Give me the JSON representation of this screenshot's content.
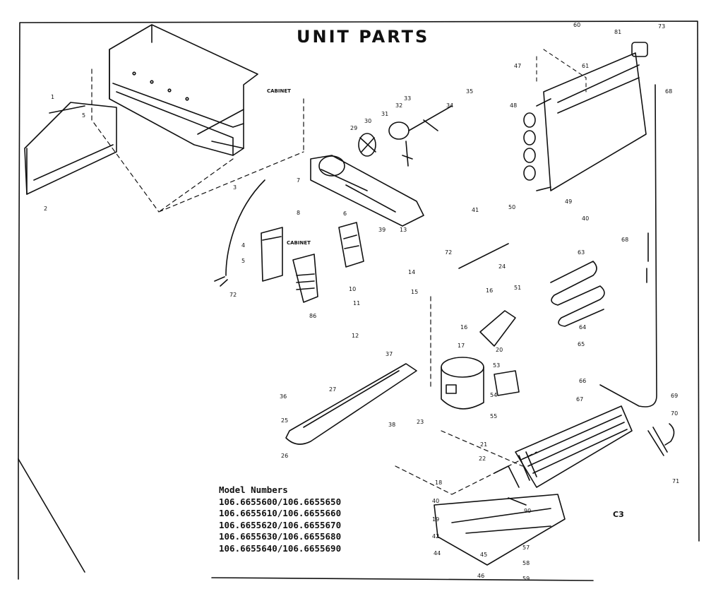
{
  "title": "UNIT PARTS",
  "cabinet_labels": [
    "CABINET",
    "CABINET"
  ],
  "model_heading": "Model Numbers",
  "model_numbers": [
    "106.6655600/106.6655650",
    "106.6655610/106.6655660",
    "106.6655620/106.6655670",
    "106.6655630/106.6655680",
    "106.6655640/106.6655690"
  ],
  "figure_code": "C3",
  "callouts": [
    {
      "id": "c01",
      "text": "1"
    },
    {
      "id": "c02",
      "text": "2"
    },
    {
      "id": "c03",
      "text": "3"
    },
    {
      "id": "c04",
      "text": "4"
    },
    {
      "id": "c05",
      "text": "5"
    },
    {
      "id": "c06",
      "text": "6"
    },
    {
      "id": "c07",
      "text": "7"
    },
    {
      "id": "c08",
      "text": "8"
    },
    {
      "id": "c09",
      "text": "5"
    },
    {
      "id": "c10",
      "text": "72"
    },
    {
      "id": "c11",
      "text": "86"
    },
    {
      "id": "c12",
      "text": "10"
    },
    {
      "id": "c13",
      "text": "11"
    },
    {
      "id": "c14",
      "text": "12"
    },
    {
      "id": "c15",
      "text": "13"
    },
    {
      "id": "c16",
      "text": "14"
    },
    {
      "id": "c17",
      "text": "15"
    },
    {
      "id": "c18",
      "text": "39"
    },
    {
      "id": "c19",
      "text": "72"
    },
    {
      "id": "c20",
      "text": "29"
    },
    {
      "id": "c21",
      "text": "30"
    },
    {
      "id": "c22",
      "text": "31"
    },
    {
      "id": "c23",
      "text": "32"
    },
    {
      "id": "c24",
      "text": "33"
    },
    {
      "id": "c25",
      "text": "34"
    },
    {
      "id": "c26",
      "text": "35"
    },
    {
      "id": "c27",
      "text": "41"
    },
    {
      "id": "c28",
      "text": "24"
    },
    {
      "id": "c29",
      "text": "16"
    },
    {
      "id": "c30",
      "text": "51"
    },
    {
      "id": "c31",
      "text": "16"
    },
    {
      "id": "c32",
      "text": "17"
    },
    {
      "id": "c33",
      "text": "20"
    },
    {
      "id": "c34",
      "text": "53"
    },
    {
      "id": "c35",
      "text": "54"
    },
    {
      "id": "c36",
      "text": "55"
    },
    {
      "id": "c37",
      "text": "23"
    },
    {
      "id": "c38",
      "text": "21"
    },
    {
      "id": "c39",
      "text": "22"
    },
    {
      "id": "c40",
      "text": "37"
    },
    {
      "id": "c41",
      "text": "27"
    },
    {
      "id": "c42",
      "text": "36"
    },
    {
      "id": "c43",
      "text": "25"
    },
    {
      "id": "c44",
      "text": "26"
    },
    {
      "id": "c45",
      "text": "38"
    },
    {
      "id": "c46",
      "text": "18"
    },
    {
      "id": "c47",
      "text": "40"
    },
    {
      "id": "c48",
      "text": "19"
    },
    {
      "id": "c49",
      "text": "42"
    },
    {
      "id": "c50",
      "text": "44"
    },
    {
      "id": "c51",
      "text": "45"
    },
    {
      "id": "c52",
      "text": "46"
    },
    {
      "id": "c53",
      "text": "90"
    },
    {
      "id": "c54",
      "text": "57"
    },
    {
      "id": "c55",
      "text": "58"
    },
    {
      "id": "c56",
      "text": "59"
    },
    {
      "id": "c57",
      "text": "63"
    },
    {
      "id": "c58",
      "text": "64"
    },
    {
      "id": "c59",
      "text": "65"
    },
    {
      "id": "c60",
      "text": "66"
    },
    {
      "id": "c61",
      "text": "67"
    },
    {
      "id": "c62",
      "text": "68"
    },
    {
      "id": "c63",
      "text": "69"
    },
    {
      "id": "c64",
      "text": "70"
    },
    {
      "id": "c65",
      "text": "71"
    },
    {
      "id": "c66",
      "text": "47"
    },
    {
      "id": "c67",
      "text": "48"
    },
    {
      "id": "c68",
      "text": "49"
    },
    {
      "id": "c69",
      "text": "50"
    },
    {
      "id": "c70",
      "text": "40"
    },
    {
      "id": "c71",
      "text": "60"
    },
    {
      "id": "c72",
      "text": "61"
    },
    {
      "id": "c73",
      "text": "81"
    },
    {
      "id": "c74",
      "text": "73"
    },
    {
      "id": "c75",
      "text": "68"
    }
  ]
}
